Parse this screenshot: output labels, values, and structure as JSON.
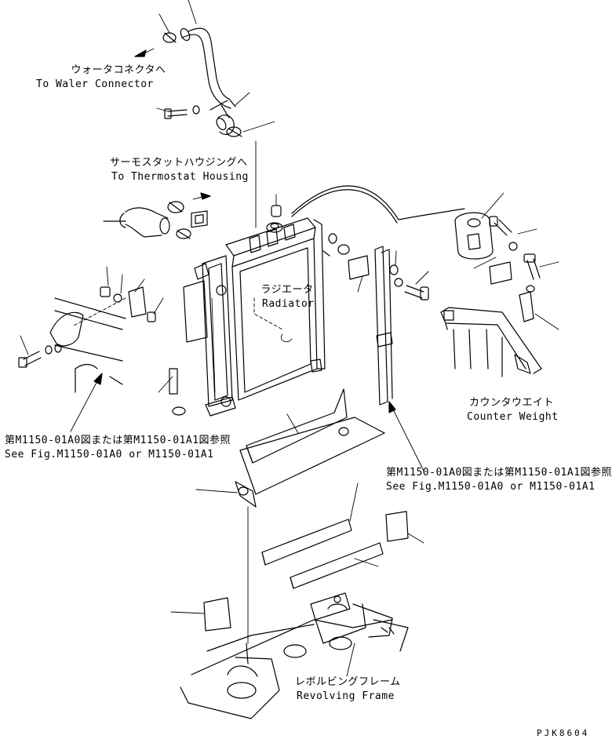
{
  "labels": {
    "water_connector_jp": "ウォータコネクタへ",
    "water_connector_en": "To Waler Connector",
    "thermostat_jp": "サーモスタットハウジングへ",
    "thermostat_en": "To Thermostat Housing",
    "radiator_jp": "ラジエータ",
    "radiator_en": "Radiator",
    "counterweight_jp": "カウンタウエイト",
    "counterweight_en": "Counter Weight",
    "ref_left_jp": "第M1150-01A0図または第M1150-01A1図参照",
    "ref_left_en": "See Fig.M1150-01A0 or M1150-01A1",
    "ref_right_jp": "第M1150-01A0図または第M1150-01A1図参照",
    "ref_right_en": "See Fig.M1150-01A0 or M1150-01A1",
    "frame_jp": "レボルビングフレーム",
    "frame_en": "Revolving Frame",
    "drawing_code": "PJK8604"
  }
}
